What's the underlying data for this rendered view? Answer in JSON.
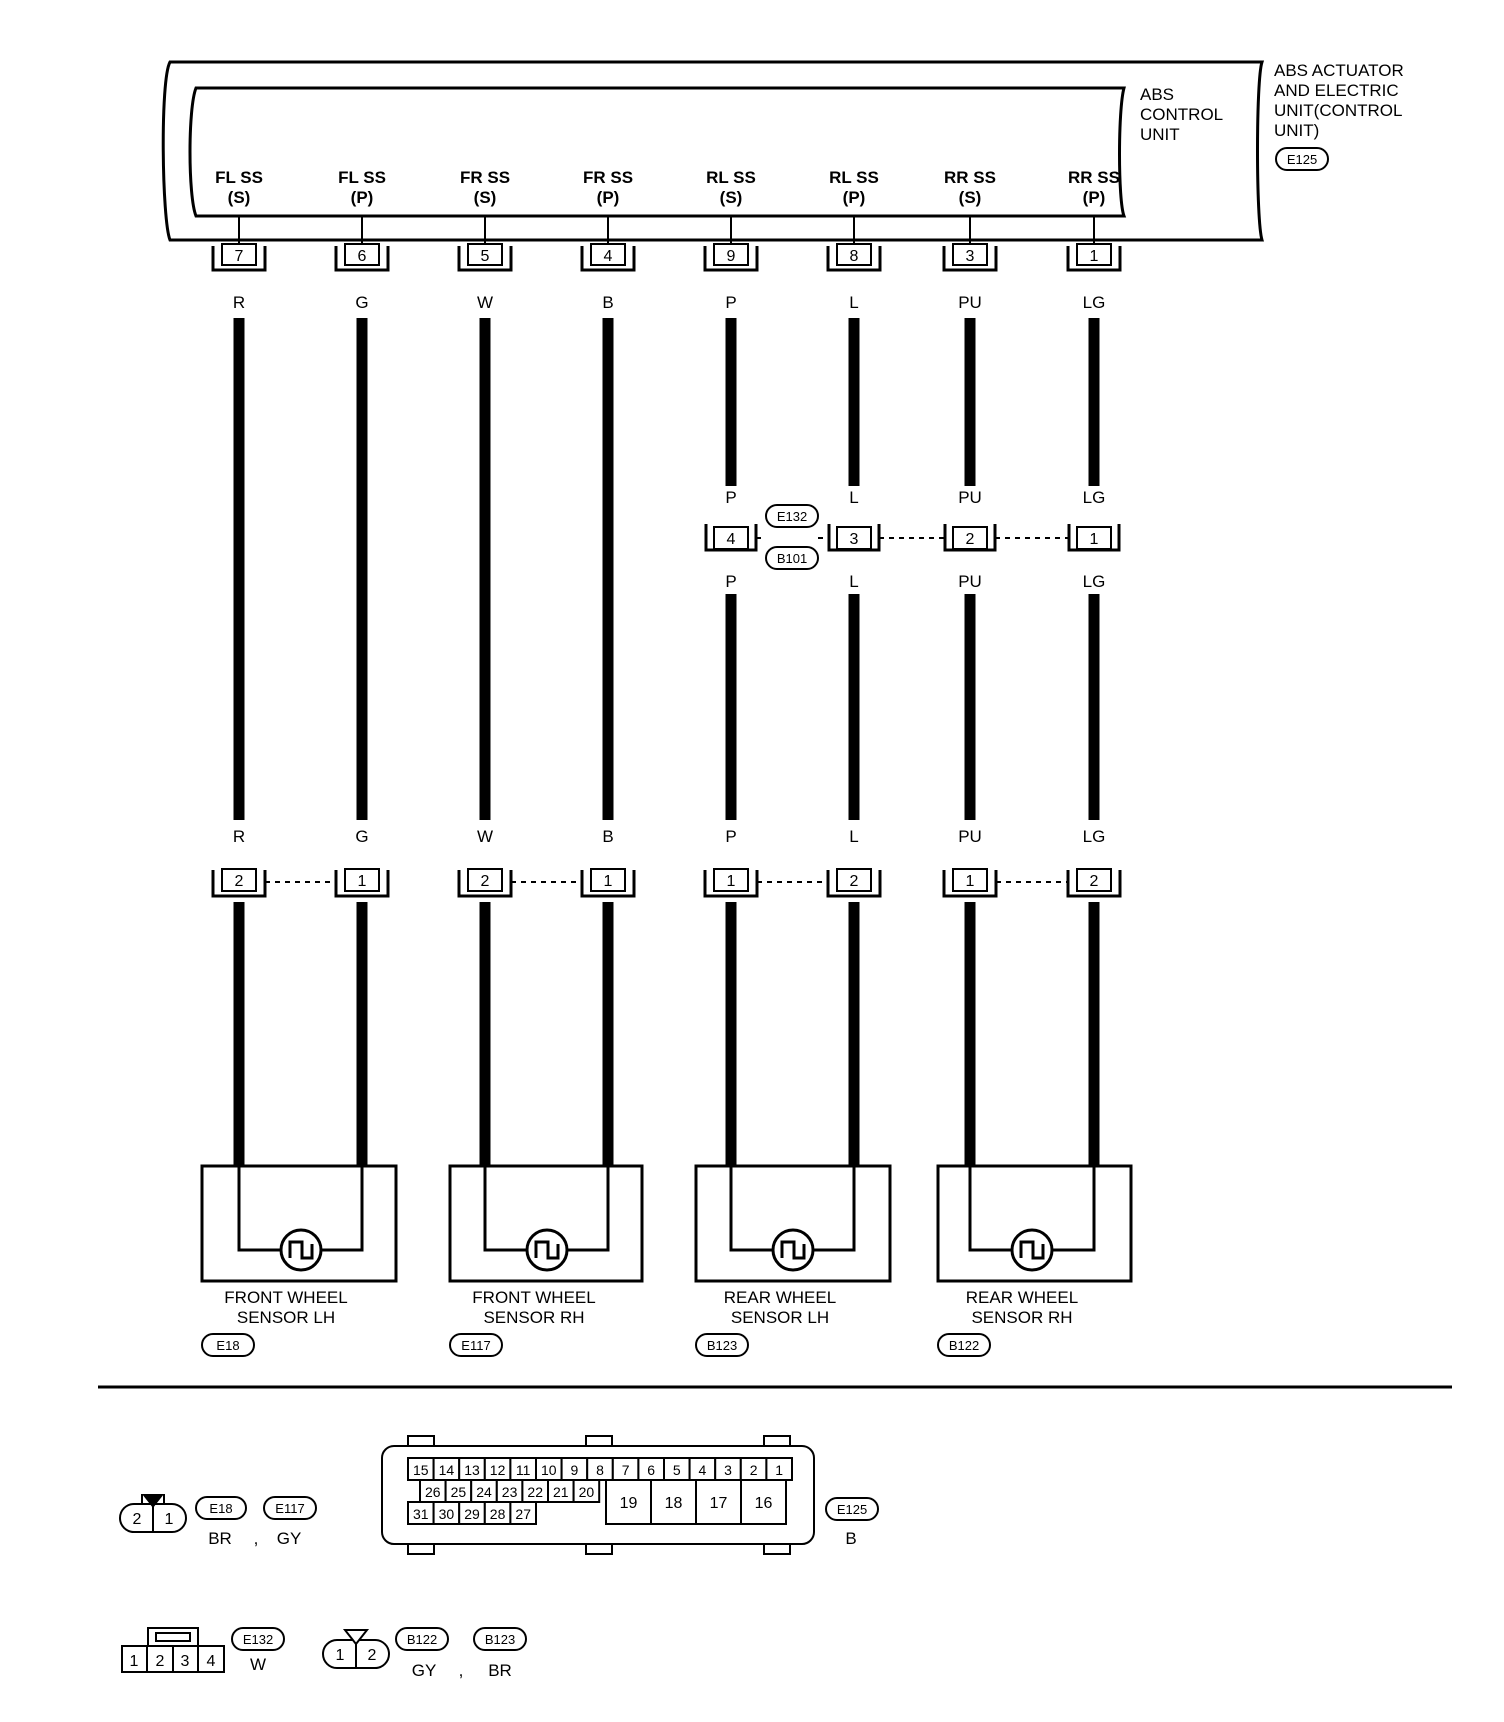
{
  "unit": {
    "label_lines": [
      "ABS",
      "CONTROL",
      "UNIT"
    ],
    "title_lines": [
      "ABS ACTUATOR",
      "AND ELECTRIC",
      "UNIT(CONTROL",
      "UNIT)"
    ],
    "connector": "E125"
  },
  "terminals": [
    {
      "name_lines": [
        "FL SS",
        "(S)"
      ],
      "pin": "7",
      "wire": "R"
    },
    {
      "name_lines": [
        "FL SS",
        "(P)"
      ],
      "pin": "6",
      "wire": "G"
    },
    {
      "name_lines": [
        "FR SS",
        "(S)"
      ],
      "pin": "5",
      "wire": "W"
    },
    {
      "name_lines": [
        "FR SS",
        "(P)"
      ],
      "pin": "4",
      "wire": "B"
    },
    {
      "name_lines": [
        "RL SS",
        "(S)"
      ],
      "pin": "9",
      "wire": "P"
    },
    {
      "name_lines": [
        "RL SS",
        "(P)"
      ],
      "pin": "8",
      "wire": "L"
    },
    {
      "name_lines": [
        "RR SS",
        "(S)"
      ],
      "pin": "3",
      "wire": "PU"
    },
    {
      "name_lines": [
        "RR SS",
        "(P)"
      ],
      "pin": "1",
      "wire": "LG"
    }
  ],
  "junction": {
    "connector_top": "E132",
    "connector_bottom": "B101",
    "pins": [
      "4",
      "3",
      "2",
      "1"
    ]
  },
  "sensor_connector_pins": [
    "2",
    "1",
    "2",
    "1",
    "1",
    "2",
    "1",
    "2"
  ],
  "sensors": [
    {
      "name_lines": [
        "FRONT WHEEL",
        "SENSOR LH"
      ],
      "connector": "E18"
    },
    {
      "name_lines": [
        "FRONT WHEEL",
        "SENSOR RH"
      ],
      "connector": "E117"
    },
    {
      "name_lines": [
        "REAR WHEEL",
        "SENSOR LH"
      ],
      "connector": "B123"
    },
    {
      "name_lines": [
        "REAR WHEEL",
        "SENSOR RH"
      ],
      "connector": "B122"
    }
  ],
  "legend": {
    "two_pin_a": {
      "pins": [
        "2",
        "1"
      ],
      "connectors": [
        "E18",
        "E117"
      ],
      "colors": [
        "BR",
        ",",
        "GY"
      ]
    },
    "e125": {
      "row1": [
        "15",
        "14",
        "13",
        "12",
        "11",
        "10",
        "9",
        "8",
        "7",
        "6",
        "5",
        "4",
        "3",
        "2",
        "1"
      ],
      "row2": [
        "26",
        "25",
        "24",
        "23",
        "22",
        "21",
        "20"
      ],
      "row3": [
        "31",
        "30",
        "29",
        "28",
        "27"
      ],
      "big": [
        "19",
        "18",
        "17",
        "16"
      ],
      "connector": "E125",
      "color": "B"
    },
    "four_pin": {
      "pins": [
        "1",
        "2",
        "3",
        "4"
      ],
      "connector": "E132",
      "color": "W"
    },
    "two_pin_b": {
      "pins": [
        "1",
        "2"
      ],
      "connectors": [
        "B122",
        "B123"
      ],
      "colors": [
        "GY",
        ",",
        "BR"
      ]
    }
  }
}
